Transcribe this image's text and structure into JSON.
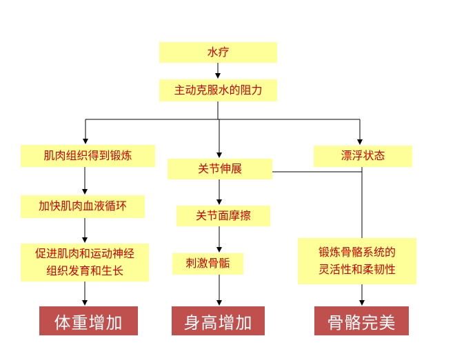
{
  "nodes": {
    "water": "水疗",
    "resist": "主动克服水的阻力",
    "muscle": "肌肉组织得到锻炼",
    "blood": "加快肌肉血液循环",
    "promote_line1": "促进肌肉和运动神经",
    "promote_line2": "组织发育和生长",
    "joint_extension": "关节伸展",
    "joint_friction": "关节面摩擦",
    "epiphysis": "刺激骨骺",
    "float": "漂浮状态",
    "bone_system_line1": "锻炼骨骼系统的",
    "bone_system_line2": "灵活性和柔韧性"
  },
  "results": {
    "weight": "体重增加",
    "height": "身高增加",
    "bone": "骨骼完美"
  },
  "colors": {
    "node_fill": "#ffff99",
    "node_text": "#cc0000",
    "result_fill": "#c0504d",
    "result_text": "#ffffff",
    "line": "#000000"
  }
}
